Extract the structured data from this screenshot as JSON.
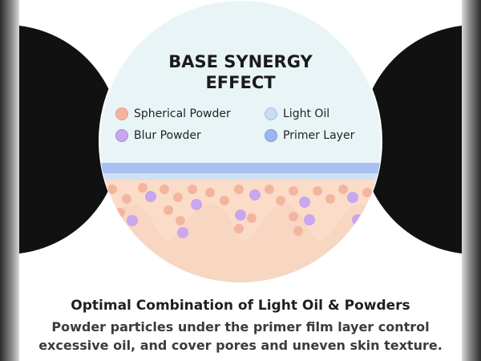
{
  "title_line1": "BASE SYNERGY",
  "title_line2": "EFFECT",
  "legend": [
    {
      "label": "Spherical Powder",
      "color": "#f4b59f",
      "icon": "spherical-powder-dot"
    },
    {
      "label": "Light Oil",
      "color": "#c9dcf3",
      "icon": "light-oil-dot"
    },
    {
      "label": "Blur Powder",
      "color": "#c9a6ee",
      "icon": "blur-powder-dot"
    },
    {
      "label": "Primer Layer",
      "color": "#9eb4f1",
      "icon": "primer-layer-dot"
    }
  ],
  "colors": {
    "circle_bg": "#e9f4f7",
    "primer_band": "#a9c0f3",
    "oil_band": "#cfe2f4",
    "skin": "#fbdcc8",
    "skin_lower": "#f6d4c0",
    "dark_half_circles": "#111111"
  },
  "caption": {
    "heading": "Optimal Combination of Light Oil & Powders",
    "line1": "Powder particles under the primer film layer control",
    "line2": "excessive oil, and cover pores and uneven skin texture."
  }
}
